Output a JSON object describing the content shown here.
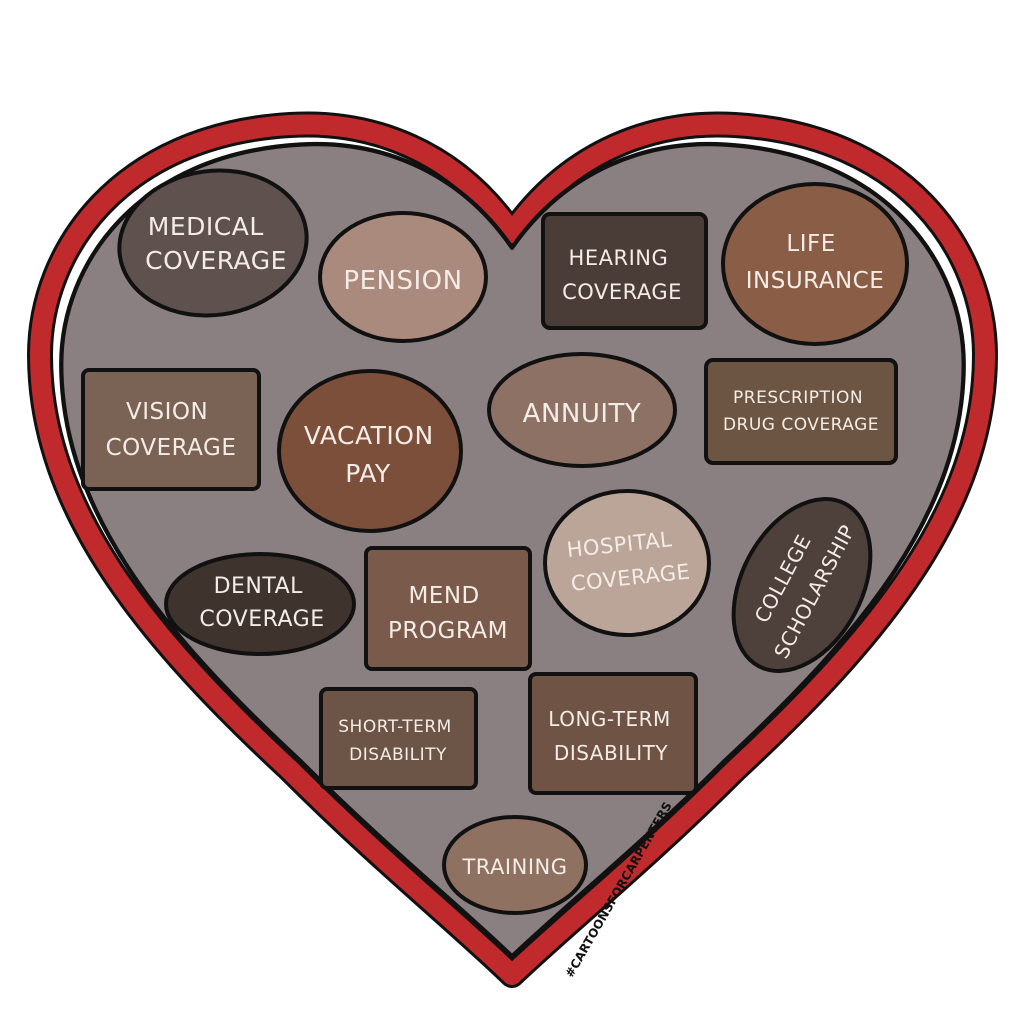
{
  "colors": {
    "heart_border": "#c12a2c",
    "tray": "#8a8081",
    "outline": "#111111",
    "label": "#f4ece6"
  },
  "chocolates": [
    {
      "id": "medical-coverage",
      "lines": [
        "MEDICAL",
        "COVERAGE"
      ],
      "color": "#5e514e"
    },
    {
      "id": "pension",
      "lines": [
        "PENSION"
      ],
      "color": "#a98a7c"
    },
    {
      "id": "hearing-coverage",
      "lines": [
        "HEARING",
        "COVERAGE"
      ],
      "color": "#4a3d38"
    },
    {
      "id": "life-insurance",
      "lines": [
        "LIFE",
        "INSURANCE"
      ],
      "color": "#8a5e46"
    },
    {
      "id": "vision-coverage",
      "lines": [
        "VISION",
        "COVERAGE"
      ],
      "color": "#7a6354"
    },
    {
      "id": "vacation-pay",
      "lines": [
        "VACATION",
        "PAY"
      ],
      "color": "#7c4f3a"
    },
    {
      "id": "annuity",
      "lines": [
        "ANNUITY"
      ],
      "color": "#8d7165"
    },
    {
      "id": "prescription-drug-coverage",
      "lines": [
        "PRESCRIPTION",
        "DRUG COVERAGE"
      ],
      "color": "#6d5543"
    },
    {
      "id": "hospital-coverage",
      "lines": [
        "HOSPITAL",
        "COVERAGE"
      ],
      "color": "#bba599"
    },
    {
      "id": "college-scholarship",
      "lines": [
        "COLLEGE",
        "SCHOLARSHIP"
      ],
      "color": "#4e403a"
    },
    {
      "id": "dental-coverage",
      "lines": [
        "DENTAL",
        "COVERAGE"
      ],
      "color": "#3f332e"
    },
    {
      "id": "mend-program",
      "lines": [
        "MEND",
        "PROGRAM"
      ],
      "color": "#7a5a4a"
    },
    {
      "id": "short-term-disability",
      "lines": [
        "SHORT-TERM",
        "DISABILITY"
      ],
      "color": "#6c5547"
    },
    {
      "id": "long-term-disability",
      "lines": [
        "LONG-TERM",
        "DISABILITY"
      ],
      "color": "#6f5344"
    },
    {
      "id": "training",
      "lines": [
        "TRAINING"
      ],
      "color": "#8e7160"
    }
  ],
  "hashtag": "#CARTOONSFORCARPENTERS"
}
